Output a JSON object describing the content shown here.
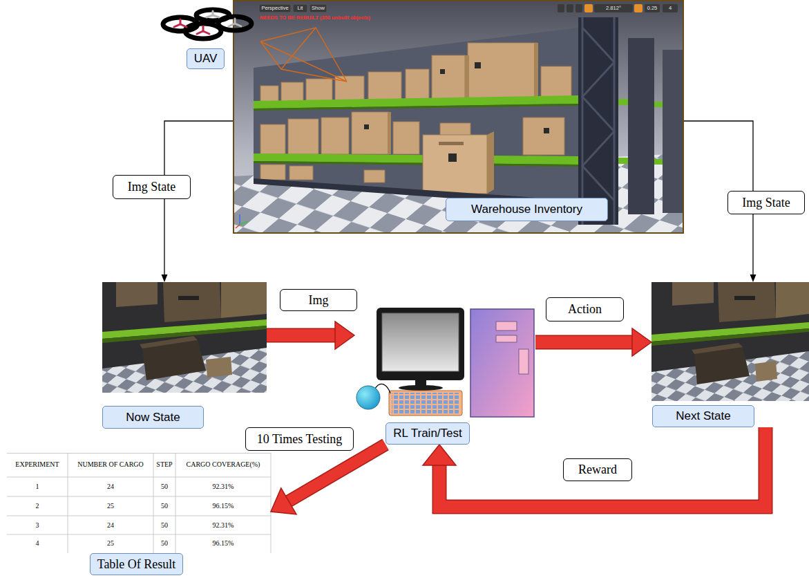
{
  "diagram": {
    "nodes": [
      {
        "text": [
          "UAV"
        ]
      },
      {
        "text": [
          "Warehouse Inventory"
        ]
      },
      {
        "text": [
          "Now State"
        ]
      },
      {
        "text": [
          "RL Train/Test"
        ]
      },
      {
        "text": [
          "Next State"
        ]
      },
      {
        "text": [
          "Table Of Result"
        ]
      }
    ],
    "edges": [
      {
        "from": 1,
        "to": 2,
        "arrow": "to",
        "label": "Img State"
      },
      {
        "from": 1,
        "to": 4,
        "arrow": "to",
        "label": "Img State"
      },
      {
        "from": 2,
        "to": 3,
        "arrow": "to",
        "label": "Img"
      },
      {
        "from": 3,
        "to": 4,
        "arrow": "to",
        "label": "Action"
      },
      {
        "from": 4,
        "to": 3,
        "arrow": "to",
        "label": "Reward"
      },
      {
        "from": 3,
        "to": 5,
        "arrow": "to",
        "label": "10 Times Testing"
      }
    ],
    "labels": [
      "Perspective",
      "Lit",
      "Show",
      "NEEDS TO BE REBUILT (350 unbuilt objects)",
      "2.812°",
      "0.25",
      "4",
      "EXPERIMENT",
      "NUMBER OF CARGO",
      "STEP",
      "CARGO COVERAGE(%)",
      "1",
      "24",
      "50",
      "92.31%",
      "2",
      "25",
      "50",
      "96.15%",
      "3",
      "24",
      "50",
      "92.31%",
      "4",
      "25",
      "50",
      "96.15%"
    ]
  }
}
